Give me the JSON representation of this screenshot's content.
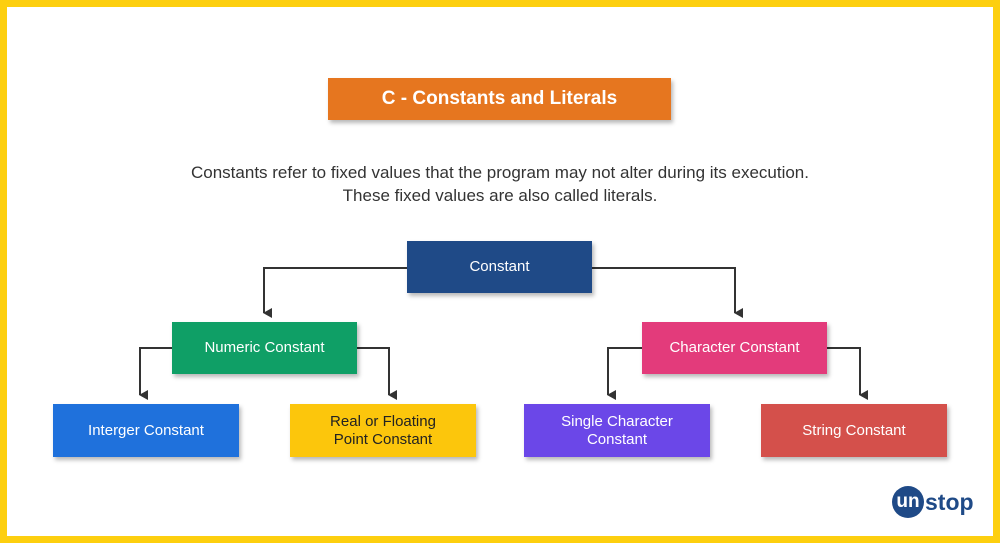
{
  "title": "C - Constants and Literals",
  "description": {
    "line1": "Constants refer to fixed values that the program may not alter during its execution.",
    "line2": "These fixed values are also called literals."
  },
  "tree": {
    "root": "Constant",
    "numeric": "Numeric Constant",
    "character": "Character Constant",
    "integer": "Interger Constant",
    "real_line1": "Real or Floating",
    "real_line2": "Point Constant",
    "single_line1": "Single Character",
    "single_line2": "Constant",
    "string": "String Constant"
  },
  "logo": {
    "badge": "un",
    "text": "stop"
  },
  "colors": {
    "frame": "#fdcf0f",
    "title": "#e6761f",
    "root": "#1f4a87",
    "numeric": "#0f9f66",
    "character": "#e33b7b",
    "integer": "#1f71dc",
    "real": "#fcc60c",
    "single": "#6b47e8",
    "string": "#d4504b"
  }
}
